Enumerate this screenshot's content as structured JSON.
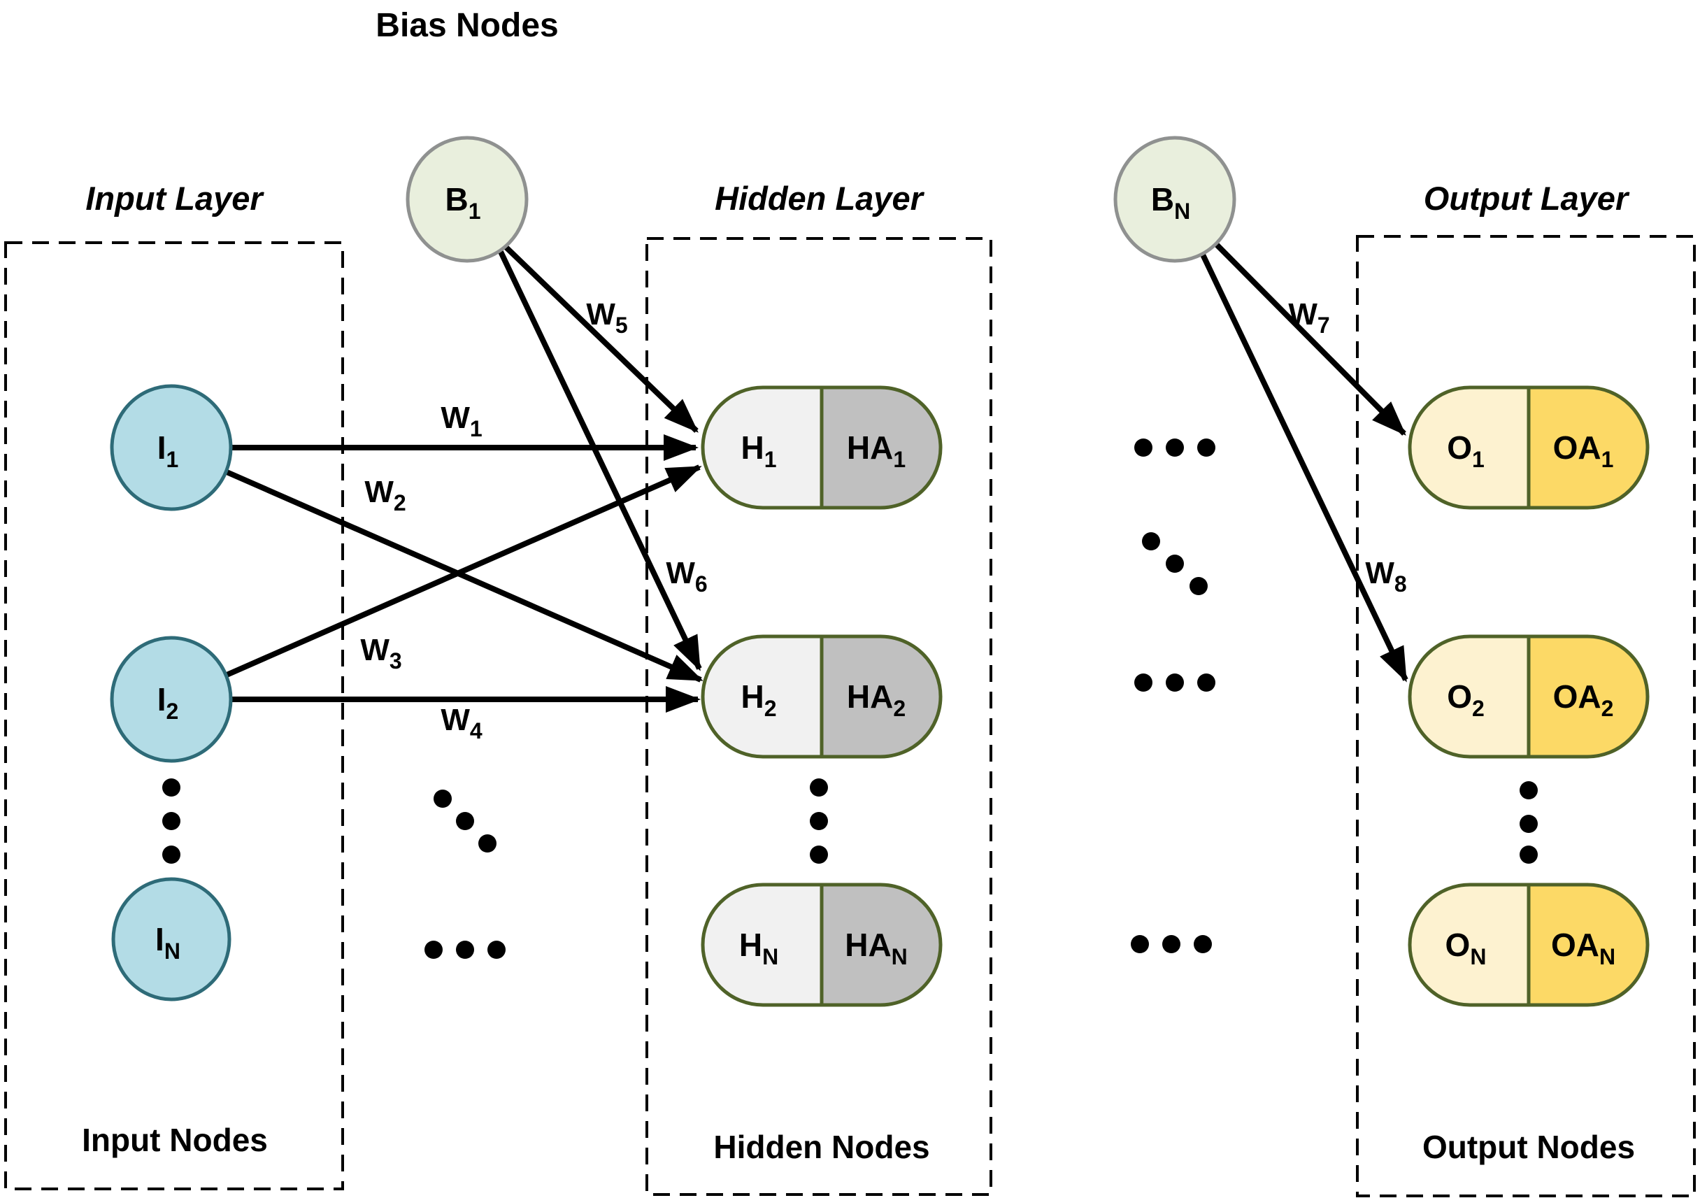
{
  "heading": {
    "bias_nodes": "Bias Nodes"
  },
  "layers": {
    "input": {
      "title": "Input Layer",
      "footer": "Input Nodes"
    },
    "hidden": {
      "title": "Hidden Layer",
      "footer": "Hidden Nodes"
    },
    "output": {
      "title": "Output Layer",
      "footer": "Output Nodes"
    }
  },
  "nodes": {
    "i1": {
      "base": "I",
      "sub": "1"
    },
    "i2": {
      "base": "I",
      "sub": "2"
    },
    "iN": {
      "base": "I",
      "sub": "N"
    },
    "b1": {
      "base": "B",
      "sub": "1"
    },
    "bN": {
      "base": "B",
      "sub": "N"
    },
    "h1": {
      "base": "H",
      "sub": "1"
    },
    "ha1": {
      "base": "HA",
      "sub": "1"
    },
    "h2": {
      "base": "H",
      "sub": "2"
    },
    "ha2": {
      "base": "HA",
      "sub": "2"
    },
    "hN": {
      "base": "H",
      "sub": "N"
    },
    "haN": {
      "base": "HA",
      "sub": "N"
    },
    "o1": {
      "base": "O",
      "sub": "1"
    },
    "oa1": {
      "base": "OA",
      "sub": "1"
    },
    "o2": {
      "base": "O",
      "sub": "2"
    },
    "oa2": {
      "base": "OA",
      "sub": "2"
    },
    "oN": {
      "base": "O",
      "sub": "N"
    },
    "oaN": {
      "base": "OA",
      "sub": "N"
    }
  },
  "weights": {
    "w1": {
      "base": "W",
      "sub": "1"
    },
    "w2": {
      "base": "W",
      "sub": "2"
    },
    "w3": {
      "base": "W",
      "sub": "3"
    },
    "w4": {
      "base": "W",
      "sub": "4"
    },
    "w5": {
      "base": "W",
      "sub": "5"
    },
    "w6": {
      "base": "W",
      "sub": "6"
    },
    "w7": {
      "base": "W",
      "sub": "7"
    },
    "w8": {
      "base": "W",
      "sub": "8"
    }
  },
  "colors": {
    "input_fill": "#b3dce6",
    "input_stroke": "#2e6b78",
    "bias_fill": "#e9efdd",
    "bias_stroke": "#8f9190",
    "hidden_left_fill": "#f1f1f1",
    "hidden_right_fill": "#c0c0c0",
    "hidden_stroke": "#4f6228",
    "output_left_fill": "#fdf2d0",
    "output_right_fill": "#fcd966",
    "output_stroke": "#4f6228",
    "line": "#000000",
    "text": "#000000"
  }
}
